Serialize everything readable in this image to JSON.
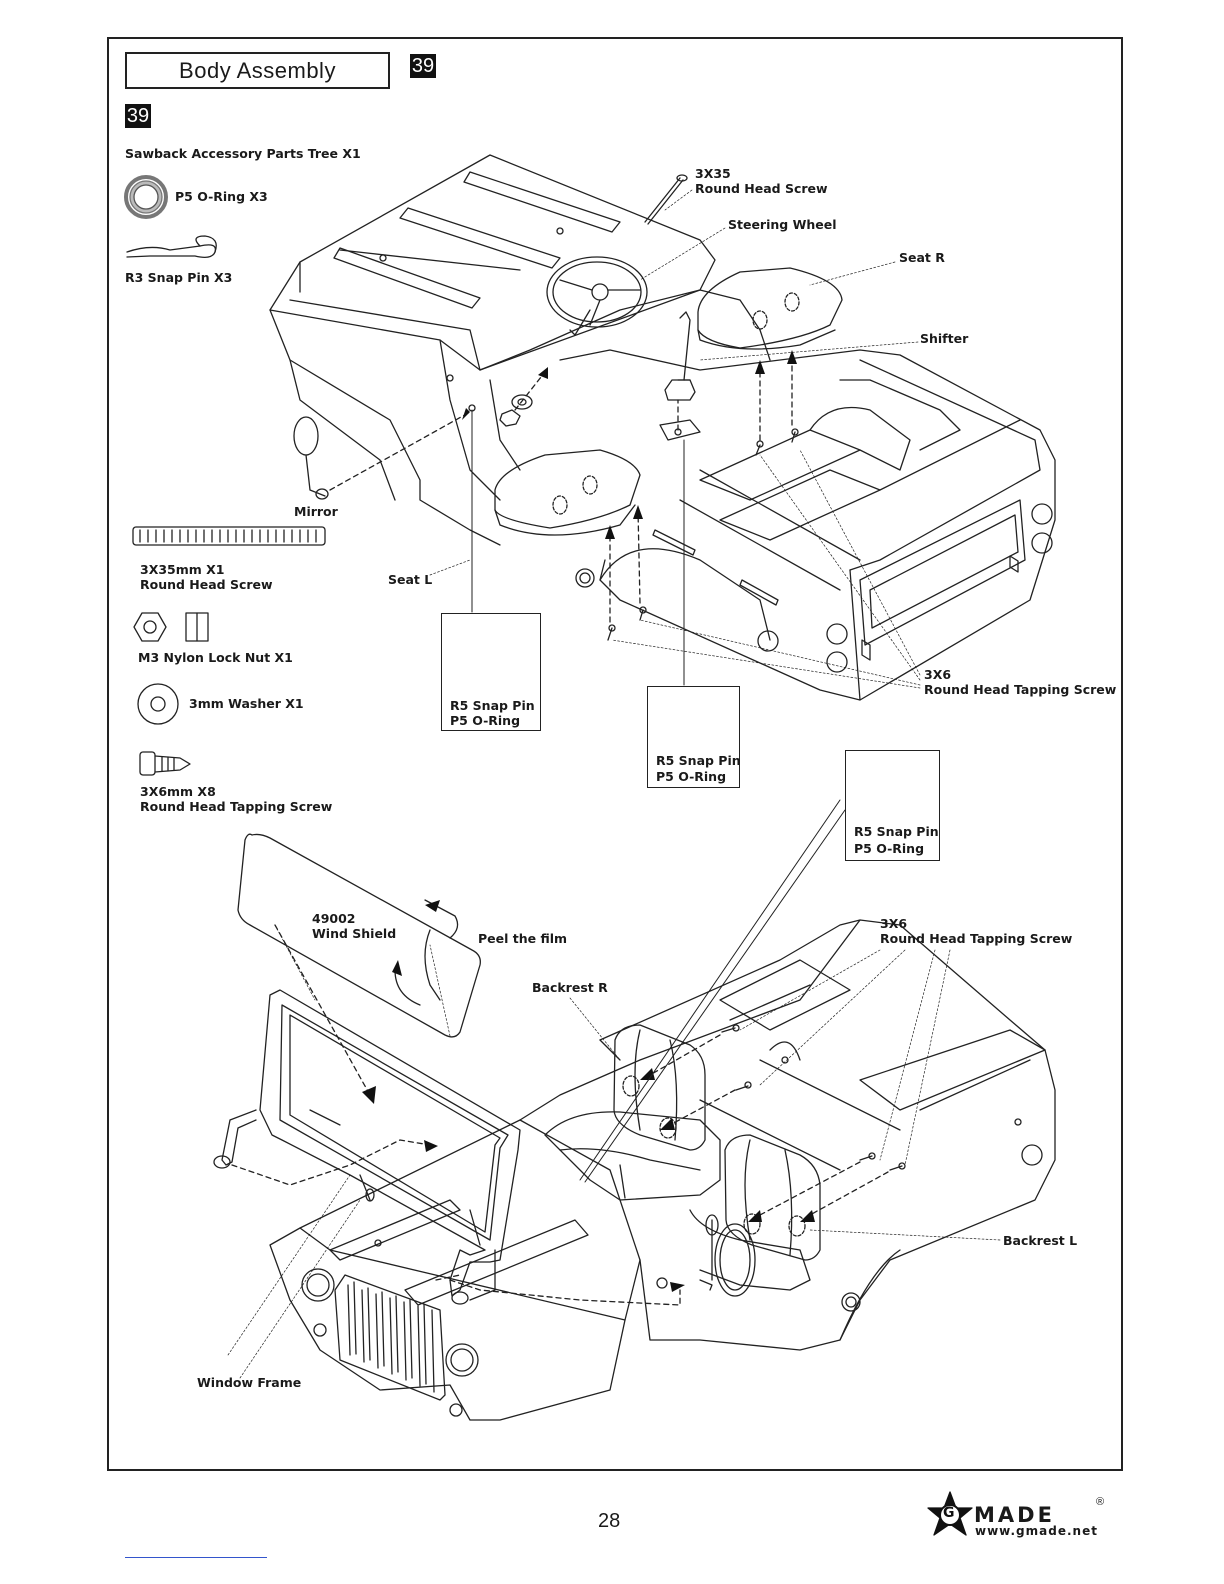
{
  "header": {
    "title": "Body Assembly",
    "step_top": "39",
    "step_side": "39"
  },
  "parts_list": {
    "tree": "Sawback Accessory Parts Tree   X1",
    "o_ring": "P5 O-Ring   X3",
    "snap_pin": "R3 Snap Pin    X3",
    "mirror": "Mirror",
    "screw_35_qty": "3X35mm   X1",
    "screw_35_name": "Round Head Screw",
    "nut": "M3 Nylon Lock Nut   X1",
    "washer": "3mm Washer      X1",
    "tapping_qty": "3X6mm   X8",
    "tapping_name": "Round Head Tapping Screw"
  },
  "callouts": {
    "screw_3x35_a": "3X35",
    "screw_3x35_b": "Round Head Screw",
    "steering_wheel": "Steering Wheel",
    "seat_r": "Seat R",
    "shifter": "Shifter",
    "seat_l": "Seat L",
    "tap_3x6_a": "3X6",
    "tap_3x6_b": "Round Head Tapping Screw",
    "inset1_a": "R5 Snap Pin",
    "inset1_b": "P5 O-Ring",
    "inset2_a": "R5 Snap Pin",
    "inset2_b": "P5 O-Ring",
    "inset3_a": "R5 Snap Pin",
    "inset3_b": "P5 O-Ring",
    "windshield_a": "49002",
    "windshield_b": "Wind Shield",
    "peel_film": "Peel the film",
    "backrest_r": "Backrest R",
    "tap_lower_a": "3X6",
    "tap_lower_b": "Round Head Tapping Screw",
    "backrest_l": "Backrest L",
    "window_frame": "Window Frame"
  },
  "footer": {
    "page_number": "28",
    "brand": "MADE",
    "brand_initial": "G",
    "registered": "®",
    "url": "www.gmade.net"
  }
}
